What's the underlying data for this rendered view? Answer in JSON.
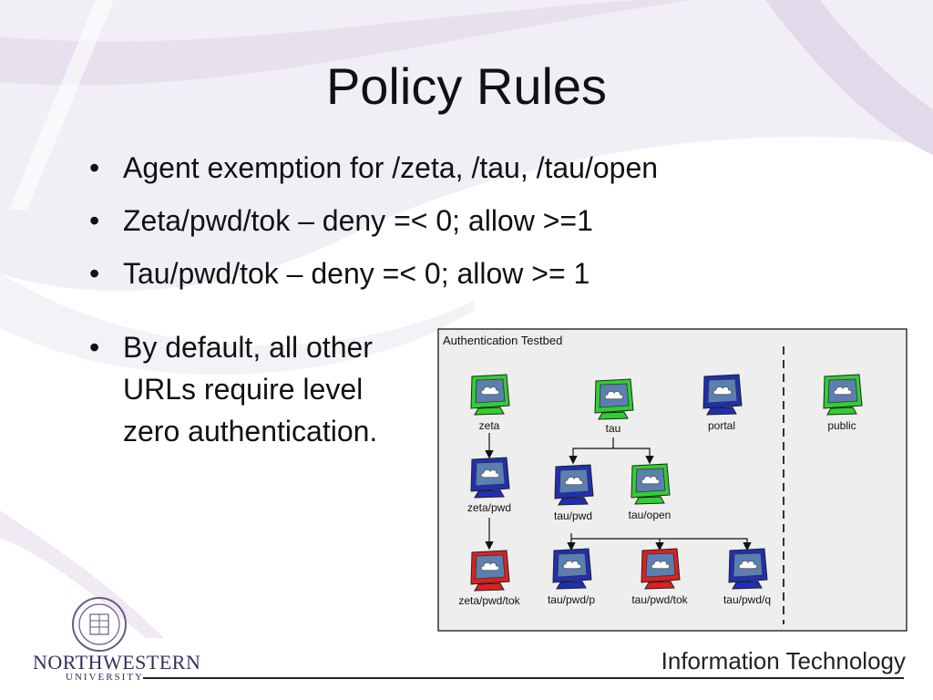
{
  "slide": {
    "title": "Policy Rules",
    "bullets": [
      "Agent exemption for /zeta, /tau, /tau/open",
      "Zeta/pwd/tok – deny =< 0; allow >=1",
      "Tau/pwd/tok – deny =< 0; allow >= 1"
    ],
    "side_bullet": "By default, all other URLs require level zero authentication."
  },
  "diagram": {
    "title": "Authentication Testbed",
    "colors": {
      "green": "#2fd02f",
      "blue": "#1f2fb8",
      "red": "#e01f1f"
    },
    "nodes": [
      {
        "id": "zeta",
        "label": "zeta",
        "color": "green"
      },
      {
        "id": "tau",
        "label": "tau",
        "color": "green"
      },
      {
        "id": "portal",
        "label": "portal",
        "color": "blue"
      },
      {
        "id": "public",
        "label": "public",
        "color": "green"
      },
      {
        "id": "zeta_pwd",
        "label": "zeta/pwd",
        "color": "blue"
      },
      {
        "id": "tau_pwd",
        "label": "tau/pwd",
        "color": "blue"
      },
      {
        "id": "tau_open",
        "label": "tau/open",
        "color": "green"
      },
      {
        "id": "zeta_pwd_tok",
        "label": "zeta/pwd/tok",
        "color": "red"
      },
      {
        "id": "tau_pwd_p",
        "label": "tau/pwd/p",
        "color": "blue"
      },
      {
        "id": "tau_pwd_tok",
        "label": "tau/pwd/tok",
        "color": "red"
      },
      {
        "id": "tau_pwd_q",
        "label": "tau/pwd/q",
        "color": "blue"
      }
    ]
  },
  "footer": {
    "university_name": "NORTHWESTERN",
    "university_sub": "UNIVERSITY",
    "department": "Information Technology"
  }
}
